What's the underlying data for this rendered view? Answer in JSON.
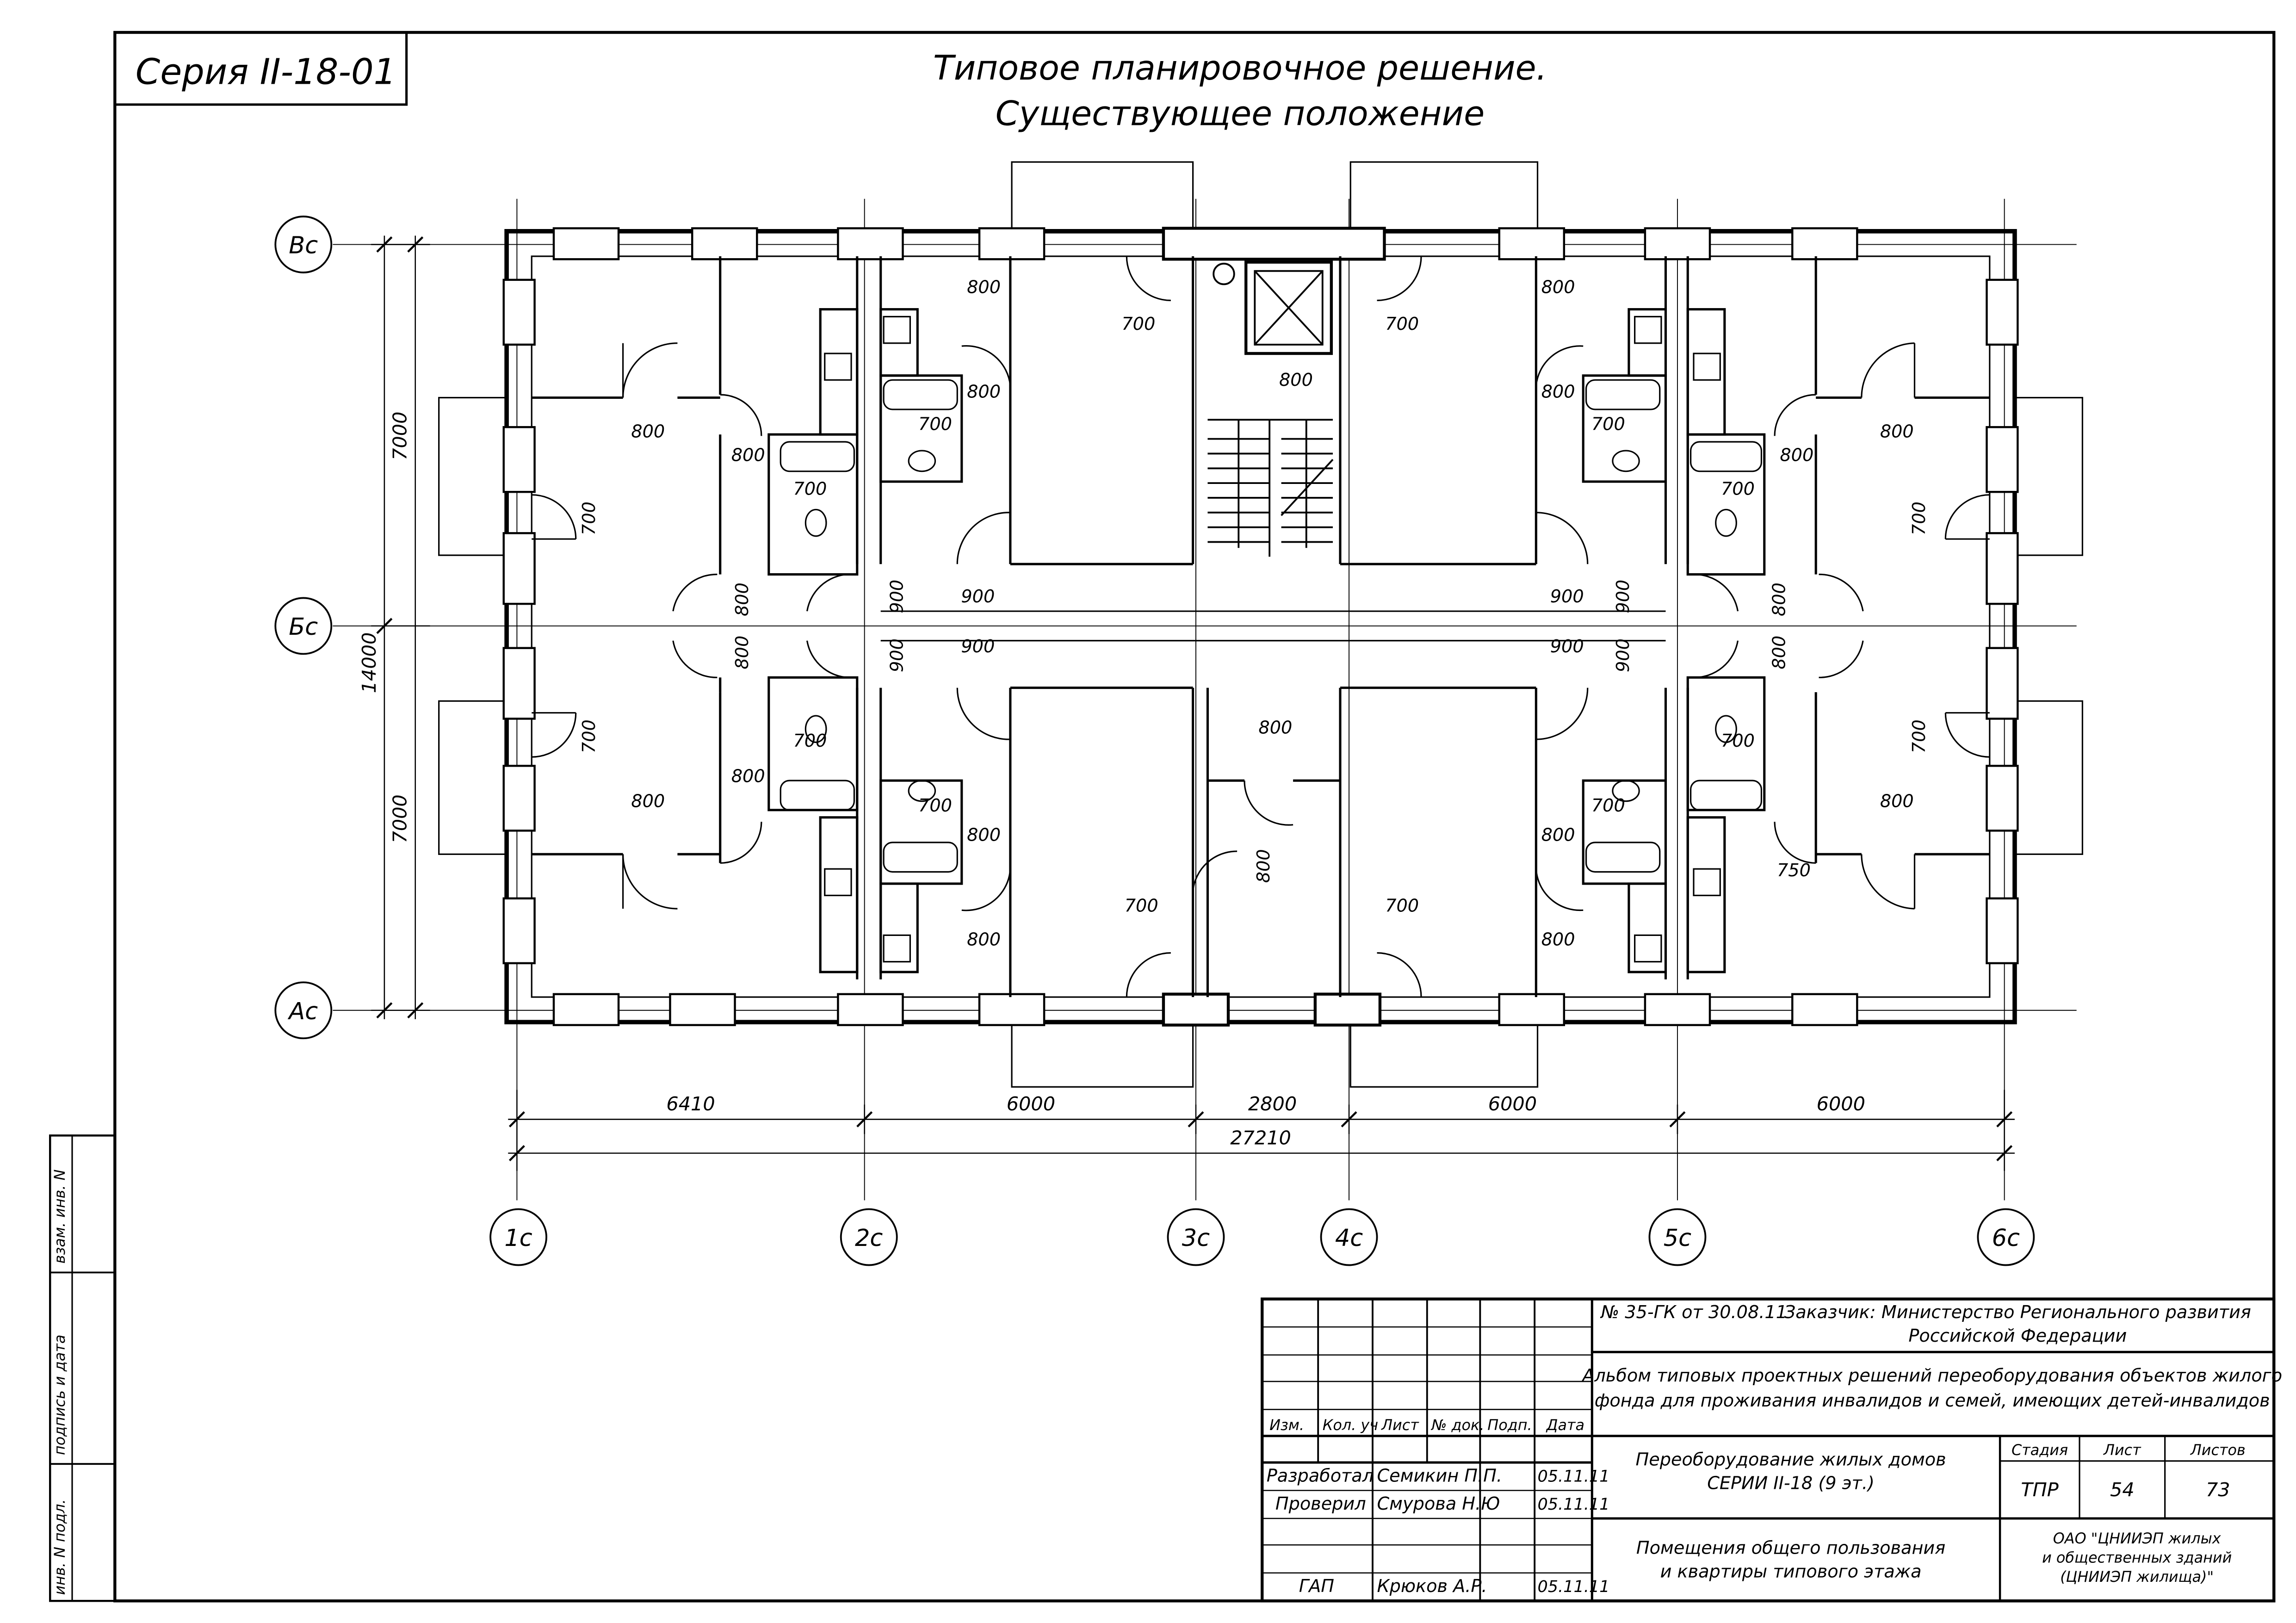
{
  "series": "Серия II-18-01",
  "title": [
    "Типовое планировочное решение.",
    "Существующее положение"
  ],
  "axes_rows": [
    "Вс",
    "Бс",
    "Ас"
  ],
  "axes_cols": [
    "1с",
    "2с",
    "3с",
    "4с",
    "5с",
    "6с"
  ],
  "dims_bottom": [
    "6410",
    "6000",
    "2800",
    "6000",
    "6000"
  ],
  "dim_total": "27210",
  "dims_left": [
    "7000",
    "7000"
  ],
  "dim_left_total": "14000",
  "door_dims": [
    "800",
    "700",
    "900",
    "750"
  ],
  "side_stamp": [
    "взам. инв. N",
    "подпись и дата",
    "инв. N подл."
  ],
  "title_block": {
    "contract": "№ 35-ГК от 30.08.11",
    "customer": [
      "Заказчик: Министерство Регионального развития",
      "Российской Федерации"
    ],
    "album": [
      "Альбом типовых проектных решений переоборудования объектов жилого",
      "фонда для проживания инвалидов и семей, имеющих детей-инвалидов"
    ],
    "object": [
      "Переоборудование жилых домов",
      "СЕРИИ II-18 (9 эт.)"
    ],
    "sheet_title": [
      "Помещения общего пользования",
      "и квартиры типового этажа"
    ],
    "org": [
      "ОАО \"ЦНИИЭП жилых",
      "и общественных зданий",
      "(ЦНИИЭП жилища)\""
    ],
    "headers": [
      "Изм.",
      "Кол. уч",
      "Лист",
      "№ док.",
      "Подп.",
      "Дата"
    ],
    "stage_headers": [
      "Стадия",
      "Лист",
      "Листов"
    ],
    "stage_values": [
      "ТПР",
      "54",
      "73"
    ],
    "people": [
      {
        "role": "Разработал",
        "name": "Семикин П.П.",
        "date": "05.11.11"
      },
      {
        "role": "Проверил",
        "name": "Смурова Н.Ю",
        "date": "05.11.11"
      },
      {
        "role": "ГАП",
        "name": "Крюков А.Р.",
        "date": "05.11.11"
      }
    ]
  }
}
